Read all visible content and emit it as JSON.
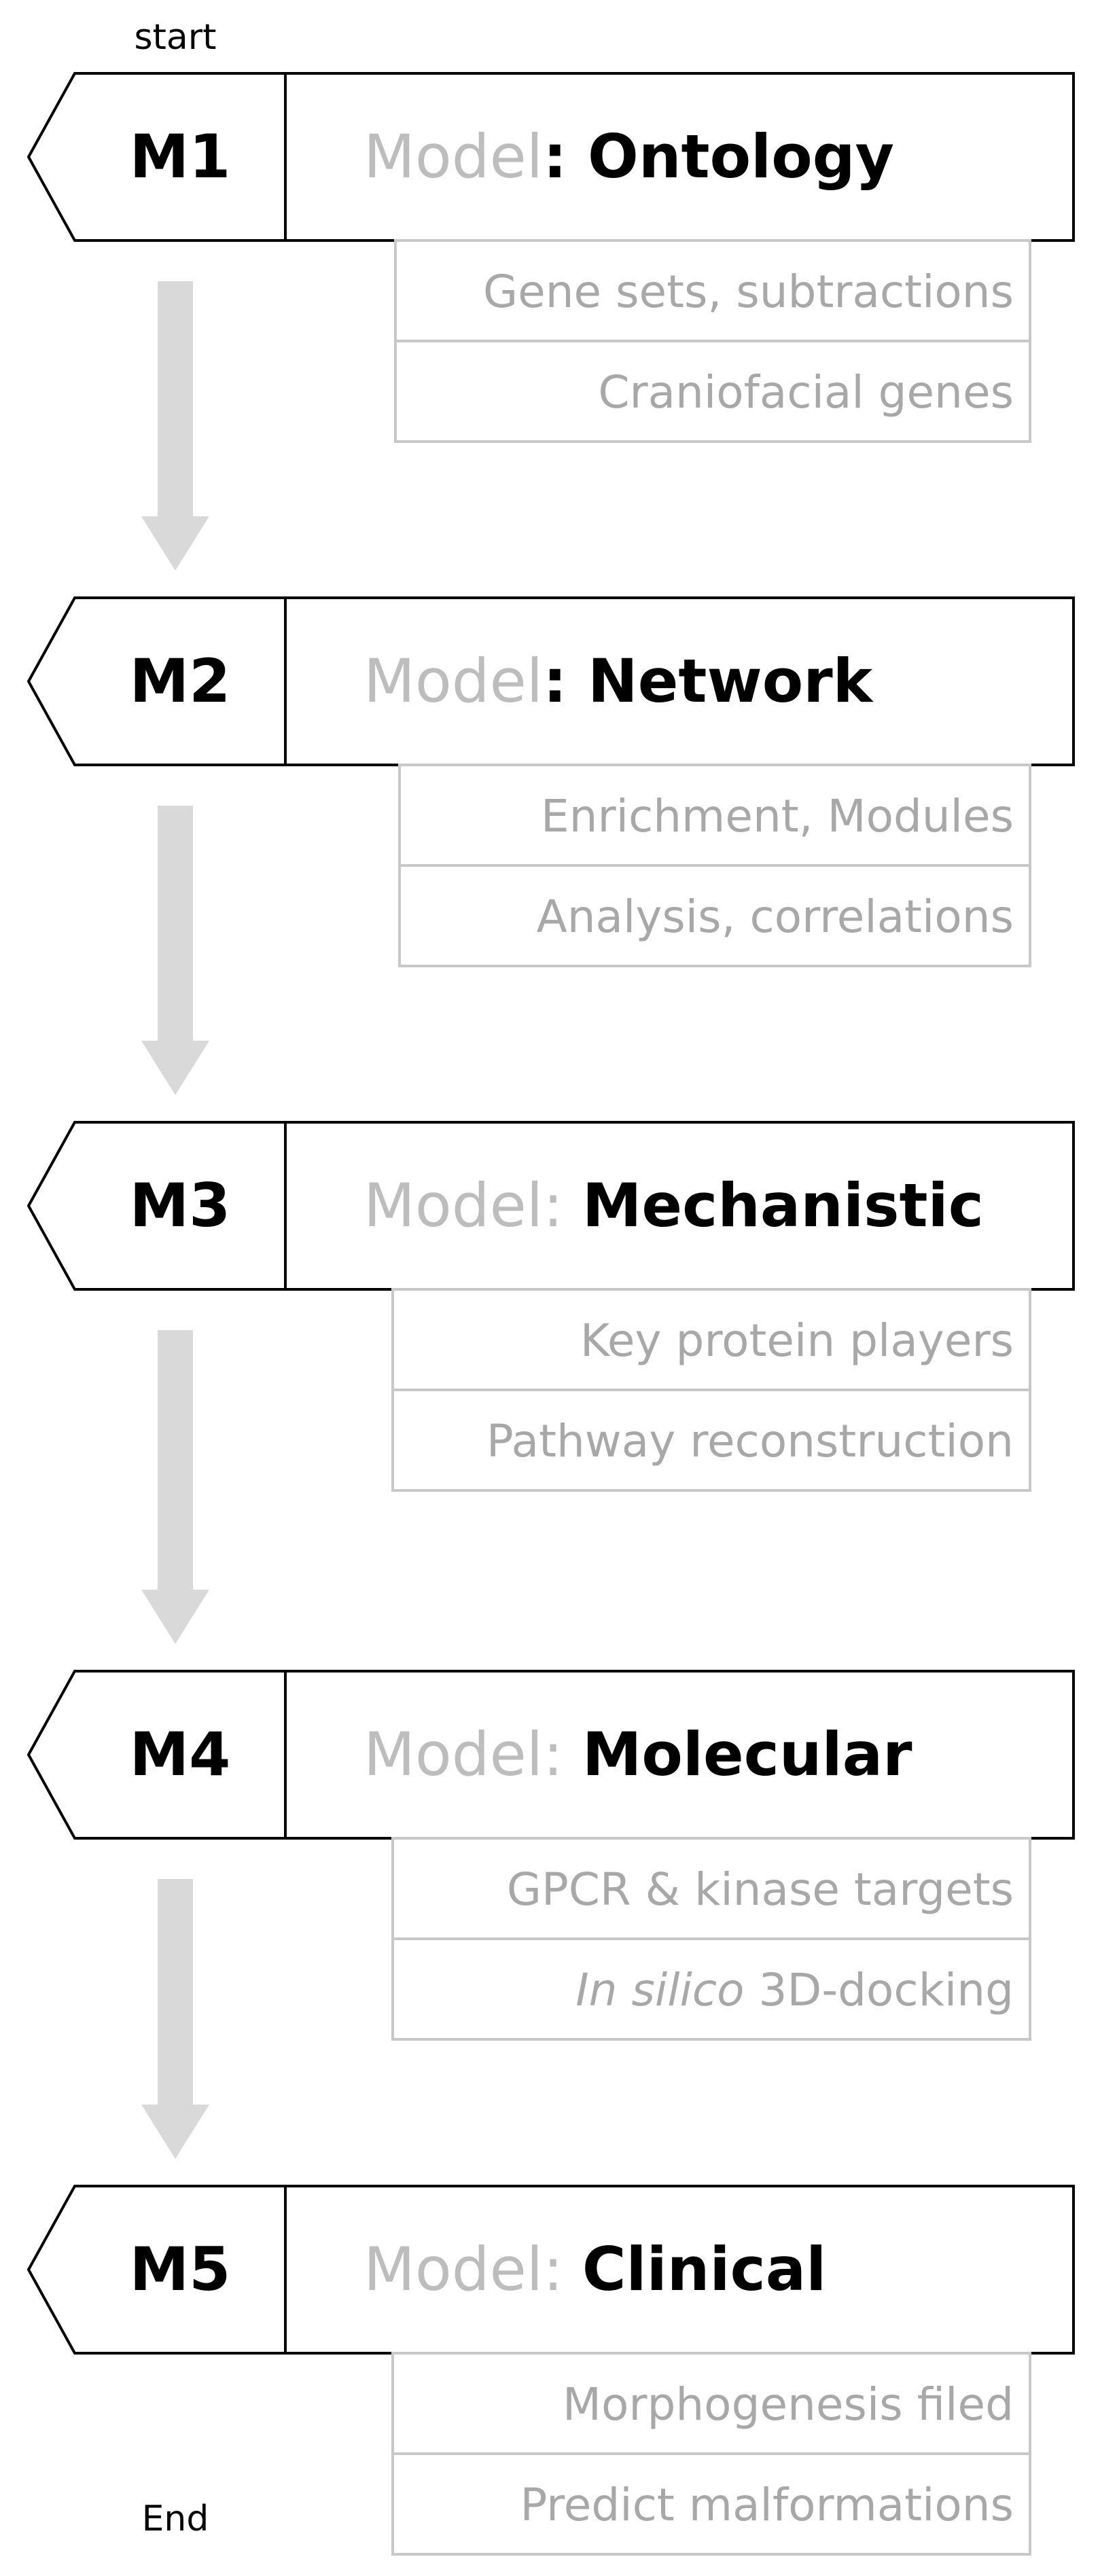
{
  "labels": {
    "start": "start",
    "end": "End"
  },
  "colors": {
    "stroke": "#000000",
    "prefix": "#bdbdbd",
    "subtext": "#a8a8a8",
    "subbox": "#c8c8c8",
    "arrow": "#d9d9d9"
  },
  "steps": [
    {
      "code": "M1",
      "prefix": "Model",
      "colon": ": ",
      "name": "Ontology",
      "subs": [
        {
          "text": "Gene sets, subtractions"
        },
        {
          "text": "Craniofacial genes"
        }
      ]
    },
    {
      "code": "M2",
      "prefix": "Model",
      "colon": ": ",
      "name": "Network",
      "subs": [
        {
          "text": "Enrichment, Modules"
        },
        {
          "text": "Analysis, correlations"
        }
      ]
    },
    {
      "code": "M3",
      "prefix": "Model: ",
      "colon": "",
      "name": "Mechanistic",
      "subs": [
        {
          "text": "Key protein players"
        },
        {
          "text": "Pathway reconstruction"
        }
      ]
    },
    {
      "code": "M4",
      "prefix": "Model: ",
      "colon": "",
      "name": "Molecular",
      "subs": [
        {
          "text": "GPCR & kinase targets"
        },
        {
          "italic": "In silico",
          "text": " 3D-docking"
        }
      ]
    },
    {
      "code": "M5",
      "prefix": "Model: ",
      "colon": "",
      "name": "Clinical",
      "subs": [
        {
          "text": "Morphogenesis filed"
        },
        {
          "text": "Predict malformations"
        }
      ]
    }
  ]
}
